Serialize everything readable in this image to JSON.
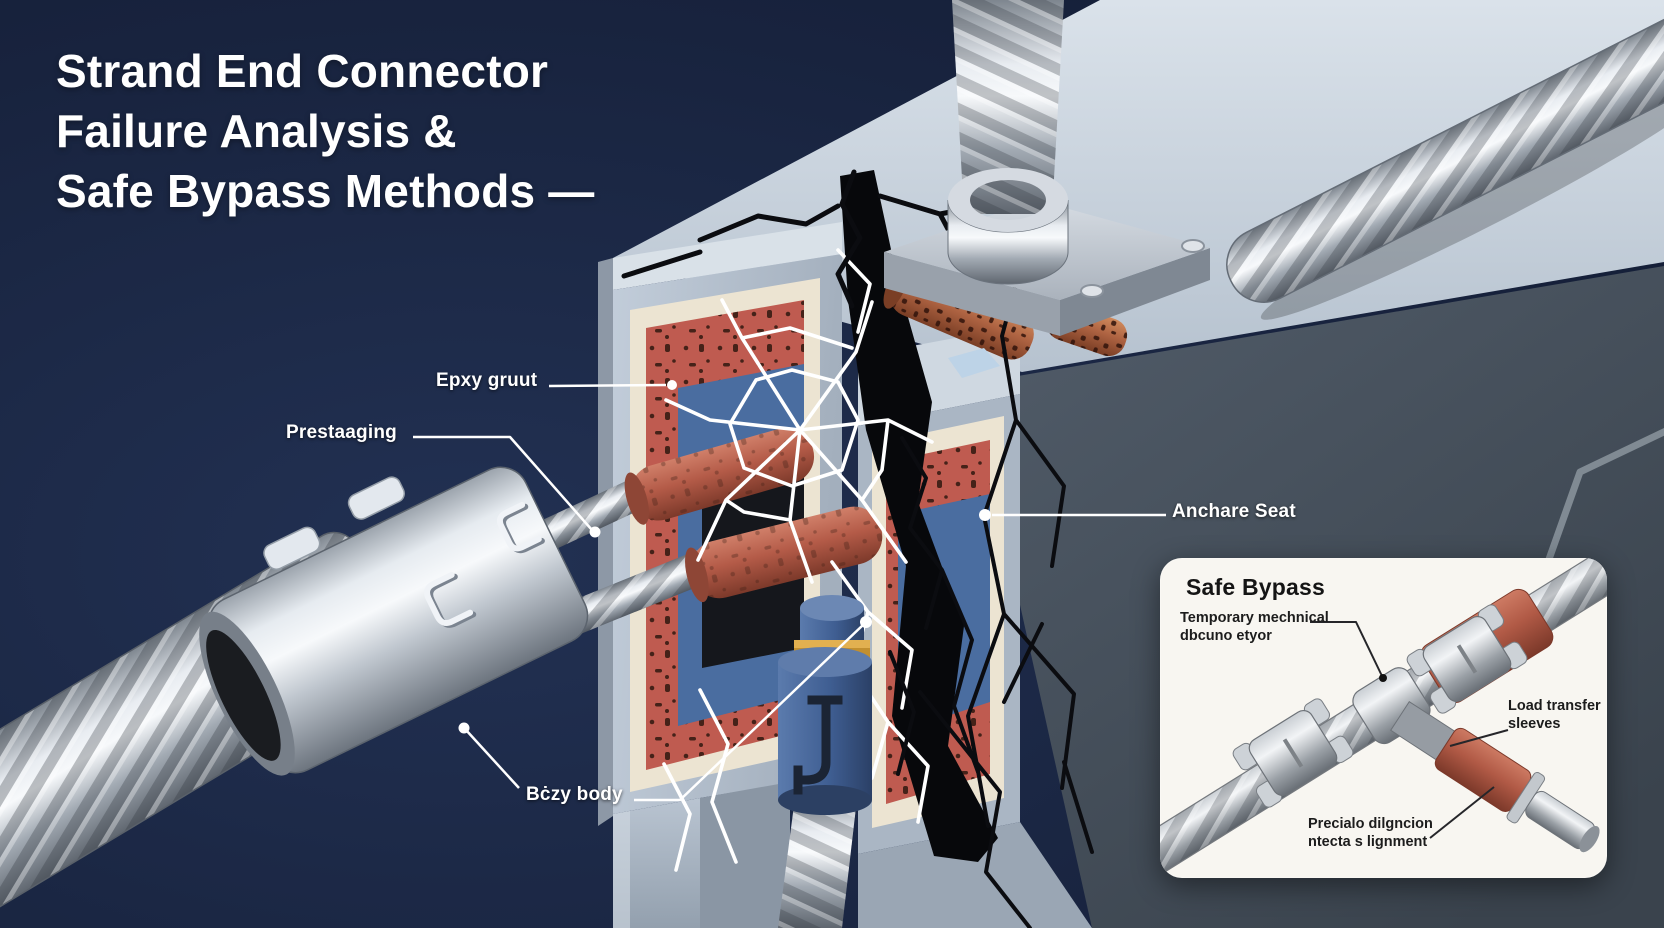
{
  "title": {
    "line1": "Strand End Connector",
    "line2": "Failure Analysis &",
    "line3": "Safe Bypass Methods —"
  },
  "diagram_labels": {
    "epoxy_grout": "Epxy gruut",
    "prestaging": "Prestaaging",
    "anchor_seat": "Anchare Seat",
    "body": "Bċzy body"
  },
  "inset": {
    "title": "Safe Bypass",
    "temporary_connector_label": "Temporary mechnical\ndbcuno etyor",
    "load_transfer_label": "Load transfer\nsleeves",
    "precision_alignment_label": "Precialo dilgncion\nntecta s lignment"
  },
  "colors": {
    "background_navy": "#18233e",
    "concrete_top": "#cdd7e0",
    "concrete_face": "#b2bdcb",
    "concrete_shadow_face": "#3f4850",
    "epoxy_red": "#bf5b50",
    "bearing_plate_blue": "#4a6da0",
    "wedge_plug_blue": "#3f5e92",
    "gold_band": "#c28f2f",
    "sleeve_red": "#b3604e",
    "corrosion_orange": "#ae6342",
    "crack_white": "#ffffff",
    "crack_black": "#0b0c10",
    "inset_panel": "#f8f6f1",
    "label_text": "#ffffff"
  }
}
